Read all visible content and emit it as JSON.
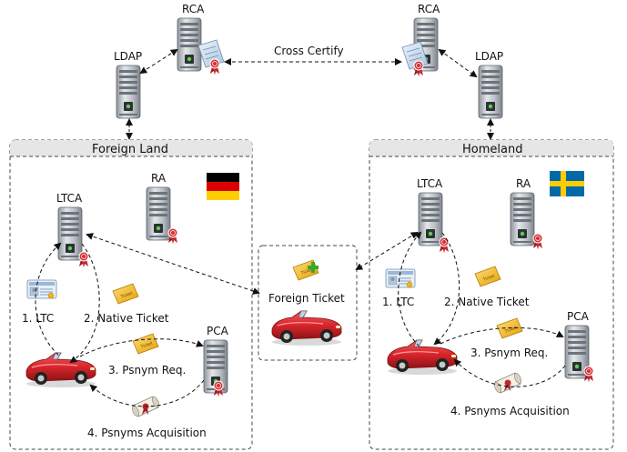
{
  "top": {
    "rca_left": "RCA",
    "rca_right": "RCA",
    "ldap_left": "LDAP",
    "ldap_right": "LDAP",
    "cross_certify": "Cross Certify"
  },
  "foreign": {
    "title": "Foreign Land",
    "ltca": "LTCA",
    "ra": "RA",
    "pca": "PCA",
    "ltc": "1. LTC",
    "native_ticket": "2. Native Ticket",
    "psnym_req": "3. Psnym Req.",
    "psnyms_acq": "4. Psnyms Acquisition",
    "flag": "germany-flag"
  },
  "middle": {
    "foreign_ticket": "Foreign Ticket"
  },
  "home": {
    "title": "Homeland",
    "ltca": "LTCA",
    "ra": "RA",
    "pca": "PCA",
    "ltc": "1. LTC",
    "native_ticket": "2. Native Ticket",
    "psnym_req": "3. Psnym Req.",
    "psnyms_acq": "4. Psnyms Acquisition",
    "flag": "sweden-flag"
  },
  "colors": {
    "server_body": "#b9bec4",
    "seal_red": "#c0282e",
    "car_red": "#d8262b",
    "ticket_gold": "#f2b619",
    "germany": [
      "#000000",
      "#dd0000",
      "#ffce00"
    ],
    "sweden": [
      "#006aa7",
      "#fecc00"
    ],
    "region_header": "#e6e6e6"
  }
}
